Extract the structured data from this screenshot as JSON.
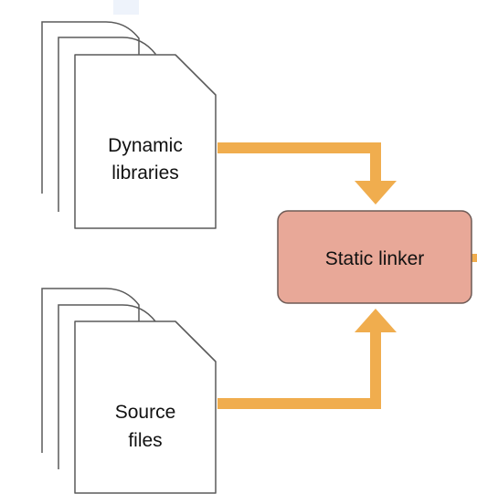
{
  "diagram": {
    "dynamic_libraries": {
      "line1": "Dynamic",
      "line2": "libraries"
    },
    "source_files": {
      "line1": "Source",
      "line2": "files"
    },
    "static_linker": {
      "label": "Static linker"
    }
  },
  "colors": {
    "arrow": "#F0AD4E",
    "linker_fill": "#E8A898",
    "linker_stroke": "#6E5A55",
    "document_stroke": "#5A5A5A",
    "document_fill": "#FFFFFF",
    "top_strip": "#EEF3FB"
  }
}
